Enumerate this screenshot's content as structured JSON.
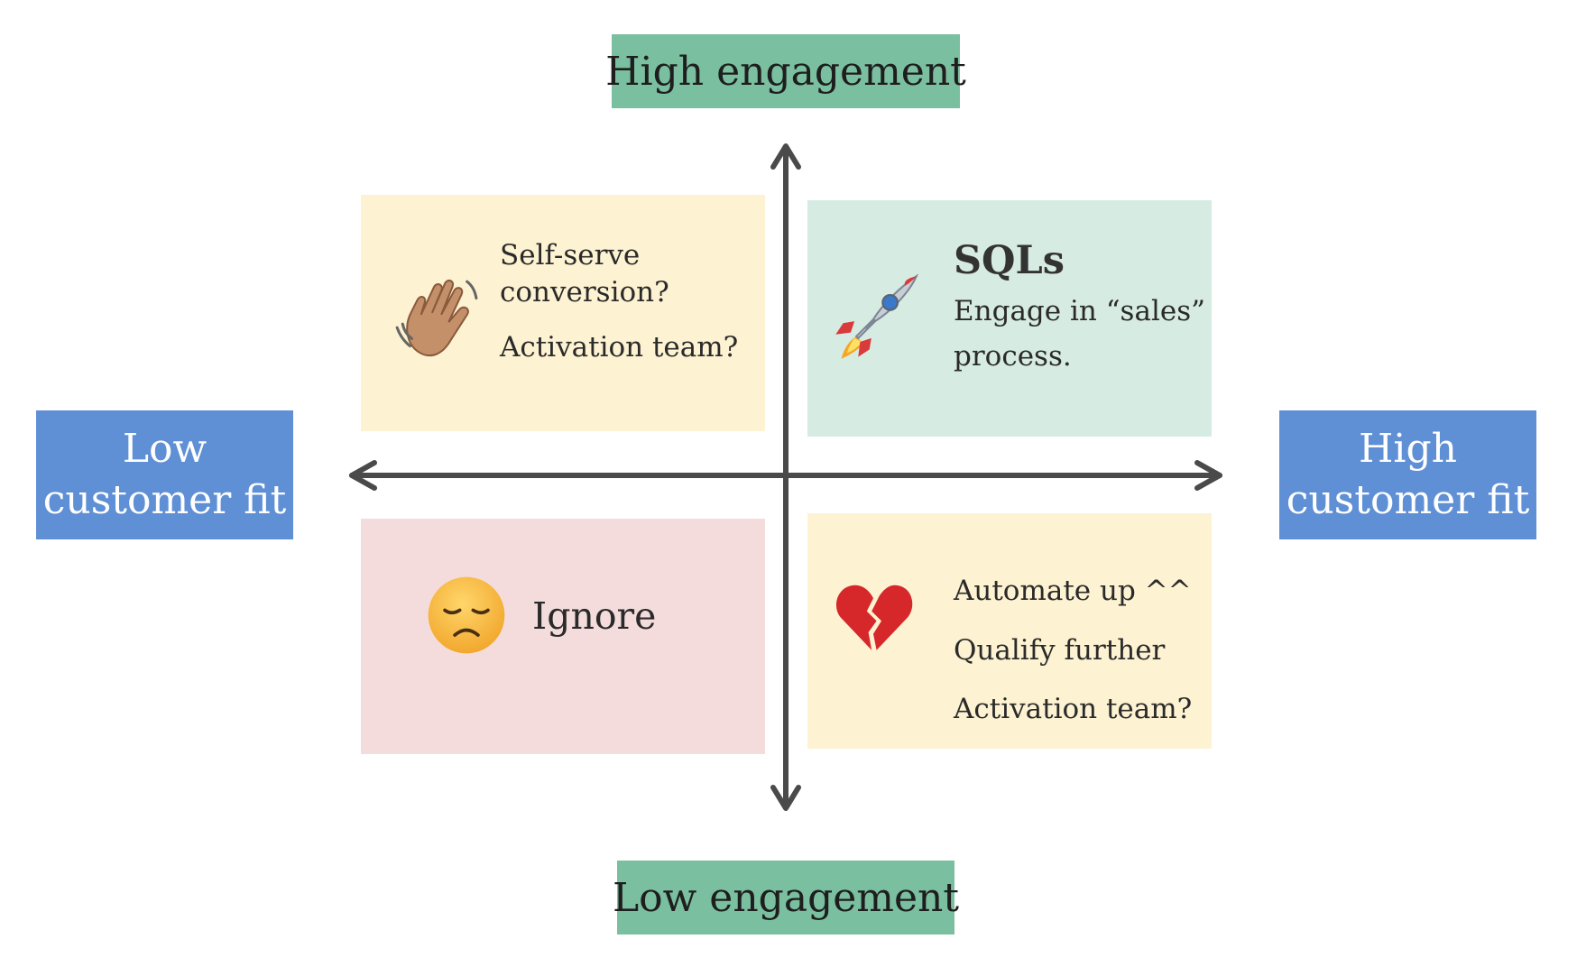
{
  "axes": {
    "top_label": "High engagement",
    "bottom_label": "Low engagement",
    "left_label_line1": "Low",
    "left_label_line2": "customer fit",
    "right_label_line1": "High",
    "right_label_line2": "customer fit"
  },
  "quadrants": {
    "top_left": {
      "icon": "waving-hand-icon",
      "line1": "Self-serve",
      "line2": "conversion?",
      "line3": "Activation team?",
      "color": "#fdf2d1"
    },
    "top_right": {
      "icon": "rocket-icon",
      "title": "SQLs",
      "line1": "Engage in “sales”",
      "line2": "process.",
      "color": "#d6ebe2"
    },
    "bottom_left": {
      "icon": "disappointed-face-icon",
      "label": "Ignore",
      "color": "#f4dcdc"
    },
    "bottom_right": {
      "icon": "broken-heart-icon",
      "line1": "Automate up ^^",
      "line2": "Qualify further",
      "line3": "Activation team?",
      "color": "#fdf2d1"
    }
  },
  "colors": {
    "engagement_label": "#7abf9f",
    "fit_label": "#5f8fd4",
    "arrow": "#4a4a4a"
  }
}
